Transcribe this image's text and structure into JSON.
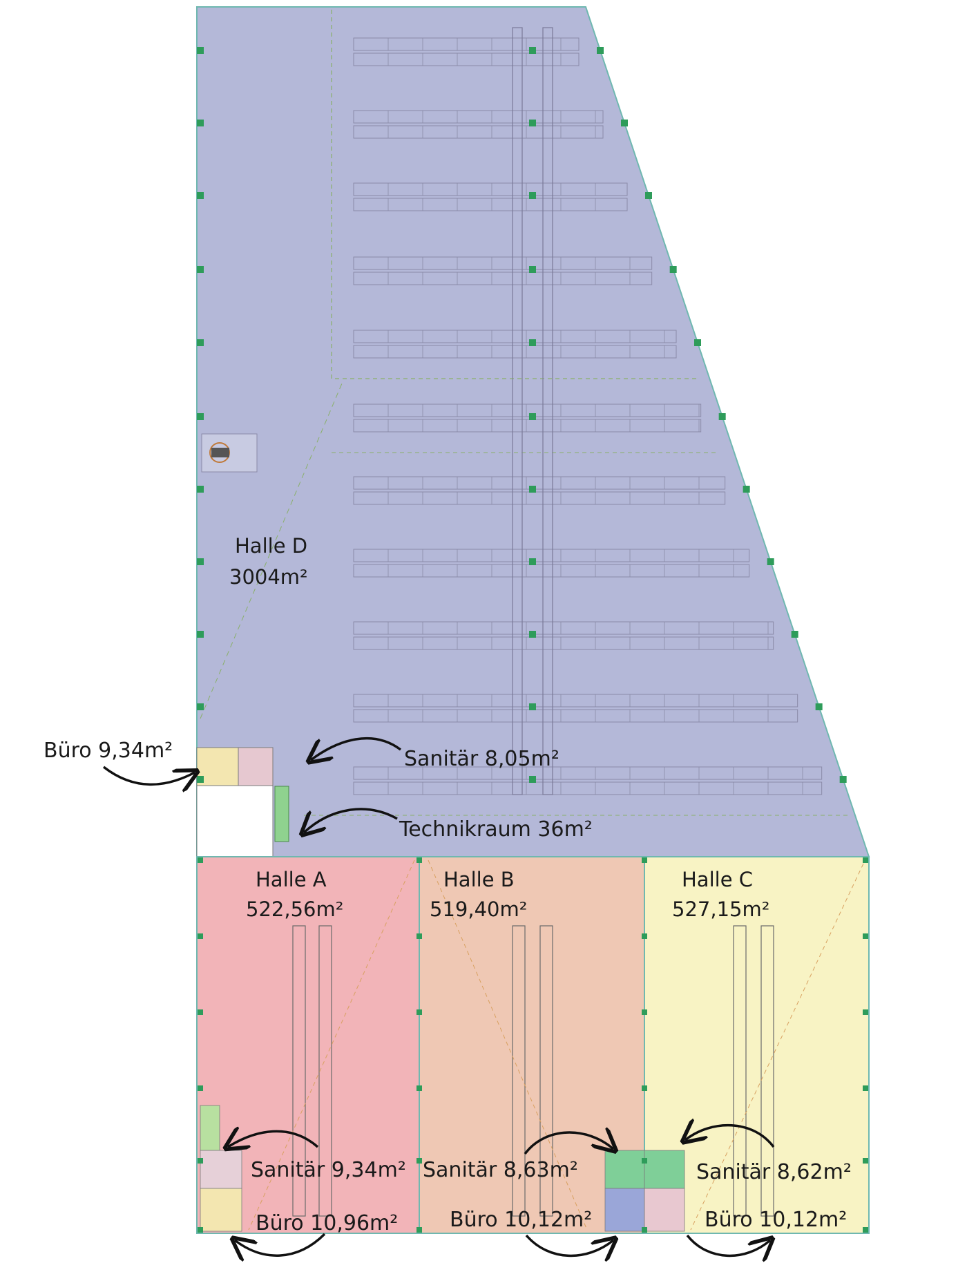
{
  "floorplan": {
    "halle_d": {
      "name": "Halle D",
      "area": "3004m²",
      "color": "#b4b8d8"
    },
    "halle_a": {
      "name": "Halle A",
      "area": "522,56m²",
      "color": "#f2b4b8"
    },
    "halle_b": {
      "name": "Halle B",
      "area": "519,40m²",
      "color": "#efc8b4"
    },
    "halle_c": {
      "name": "Halle C",
      "area": "527,15m²",
      "color": "#f8f3c4"
    },
    "rooms": {
      "buero_d": "Büro 9,34m²",
      "sanitaer_d": "Sanitär 8,05m²",
      "technikraum": "Technikraum 36m²",
      "sanitaer_a": "Sanitär 9,34m²",
      "sanitaer_b": "Sanitär 8,63m²",
      "sanitaer_c": "Sanitär 8,62m²",
      "buero_a": "Büro 10,96m²",
      "buero_b": "Büro 10,12m²",
      "buero_c": "Büro 10,12m²"
    },
    "outline_color": "#6fb8b0",
    "column_color": "#2e9c5a"
  }
}
